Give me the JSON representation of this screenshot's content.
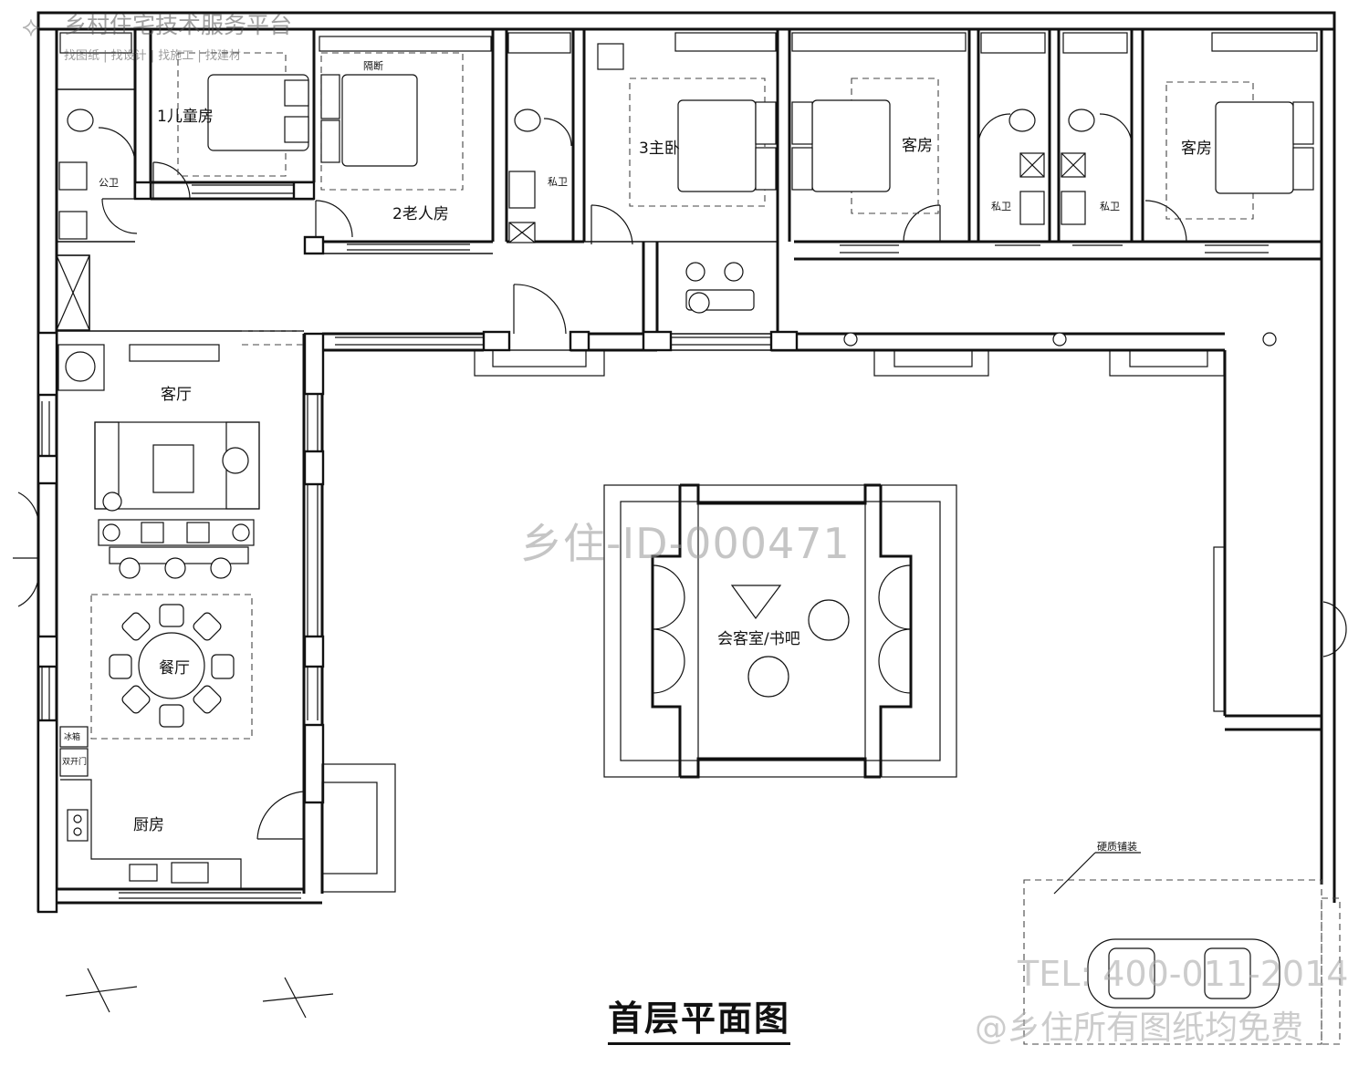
{
  "watermark": {
    "platform": "乡村住宅技术服务平台",
    "nav": "找图纸 | 找设计 | 找施工 | 找建材",
    "plan_id": "乡住-ID-000471",
    "tel": "TEL: 400-011-2014",
    "free": "@乡住所有图纸均免费"
  },
  "title": "首层平面图",
  "rooms": {
    "public_bath": "公卫",
    "child_room": "1儿童房",
    "partition": "隔断",
    "elder_room": "2老人房",
    "private_bath_1": "私卫",
    "master_bedroom": "3主卧",
    "guest_room_1": "客房",
    "private_bath_2": "私卫",
    "private_bath_3": "私卫",
    "guest_room_2": "客房",
    "living_room": "客厅",
    "dining_room": "餐厅",
    "kitchen": "厨房",
    "fridge": "冰箱",
    "double_door_fridge": "双开门",
    "reception_study": "会客室/书吧",
    "hard_paving": "硬质铺装"
  }
}
